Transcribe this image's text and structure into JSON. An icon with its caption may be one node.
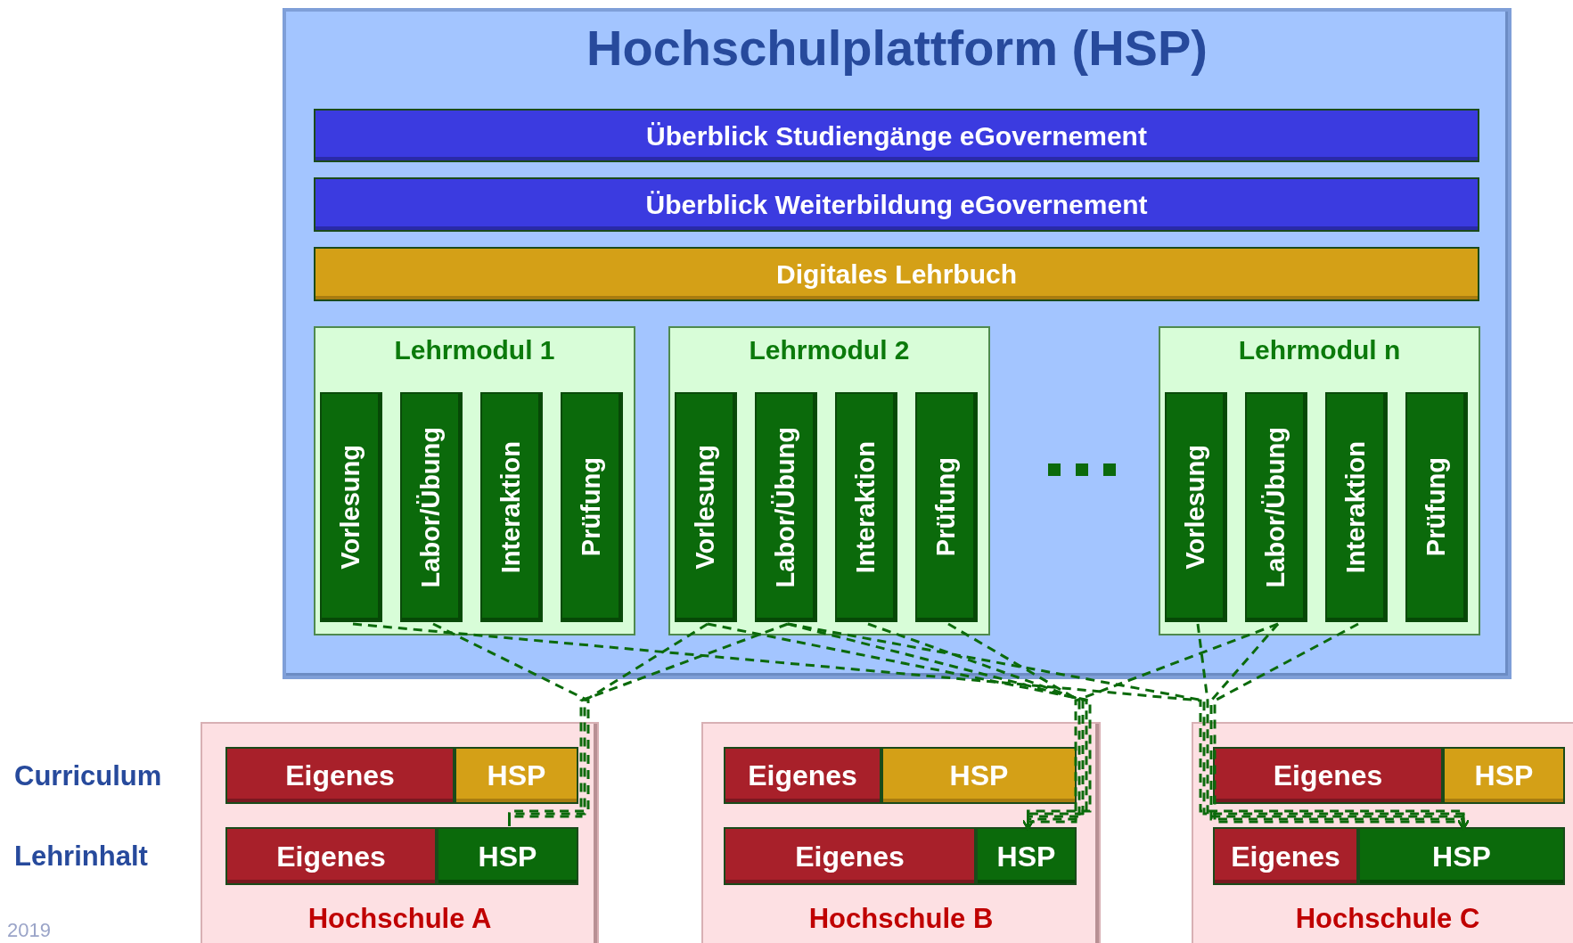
{
  "diagram": {
    "nodes": [
      {
        "text": [
          "Hochschulplattform (HSP)"
        ]
      },
      {
        "text": [
          "Überblick Studiengänge eGovernement"
        ],
        "in": 0
      },
      {
        "text": [
          "Überblick Weiterbildung eGovernement"
        ],
        "in": 0
      },
      {
        "text": [
          "Digitales Lehrbuch"
        ],
        "in": 0
      },
      {
        "text": [
          "Lehrmodul 1"
        ],
        "in": 0
      },
      {
        "text": [
          "Vorlesung"
        ],
        "in": 4
      },
      {
        "text": [
          "Labor/Übung"
        ],
        "in": 4
      },
      {
        "text": [
          "Interaktion"
        ],
        "in": 4
      },
      {
        "text": [
          "Prüfung"
        ],
        "in": 4
      },
      {
        "text": [
          "Lehrmodul 2"
        ],
        "in": 0
      },
      {
        "text": [
          "Vorlesung"
        ],
        "in": 9
      },
      {
        "text": [
          "Labor/Übung"
        ],
        "in": 9
      },
      {
        "text": [
          "Interaktion"
        ],
        "in": 9
      },
      {
        "text": [
          "Prüfung"
        ],
        "in": 9
      },
      {
        "text": [
          "Lehrmodul n"
        ],
        "in": 0
      },
      {
        "text": [
          "Vorlesung"
        ],
        "in": 14
      },
      {
        "text": [
          "Labor/Übung"
        ],
        "in": 14
      },
      {
        "text": [
          "Interaktion"
        ],
        "in": 14
      },
      {
        "text": [
          "Prüfung"
        ],
        "in": 14
      },
      {
        "text": [
          "Hochschule A"
        ]
      },
      {
        "text": [
          "Eigenes"
        ],
        "in": 19
      },
      {
        "text": [
          "HSP"
        ],
        "in": 19
      },
      {
        "text": [
          "Eigenes"
        ],
        "in": 19
      },
      {
        "text": [
          "HSP"
        ],
        "in": 19
      },
      {
        "text": [
          "Hochschule B"
        ]
      },
      {
        "text": [
          "Eigenes"
        ],
        "in": 24
      },
      {
        "text": [
          "HSP"
        ],
        "in": 24
      },
      {
        "text": [
          "Eigenes"
        ],
        "in": 24
      },
      {
        "text": [
          "HSP"
        ],
        "in": 24
      },
      {
        "text": [
          "Hochschule C"
        ]
      },
      {
        "text": [
          "Eigenes"
        ],
        "in": 29
      },
      {
        "text": [
          "HSP"
        ],
        "in": 29
      },
      {
        "text": [
          "Eigenes"
        ],
        "in": 29
      },
      {
        "text": [
          "HSP"
        ],
        "in": 29
      }
    ],
    "edges": [
      {
        "from": 5,
        "to": 33,
        "arrow": "to",
        "style": "dashed"
      },
      {
        "from": 6,
        "to": 23,
        "arrow": "none",
        "style": "dashed"
      },
      {
        "from": 10,
        "to": 23,
        "arrow": "none",
        "style": "dashed"
      },
      {
        "from": 10,
        "to": 28,
        "arrow": "to",
        "style": "dashed"
      },
      {
        "from": 11,
        "to": 23,
        "arrow": "none",
        "style": "dashed"
      },
      {
        "from": 11,
        "to": 28,
        "arrow": "to",
        "style": "dashed"
      },
      {
        "from": 11,
        "to": 33,
        "arrow": "to",
        "style": "dashed"
      },
      {
        "from": 12,
        "to": 28,
        "arrow": "to",
        "style": "dashed"
      },
      {
        "from": 13,
        "to": 28,
        "arrow": "to",
        "style": "dashed"
      },
      {
        "from": 15,
        "to": 33,
        "arrow": "to",
        "style": "dashed"
      },
      {
        "from": 16,
        "to": 28,
        "arrow": "to",
        "style": "dashed"
      },
      {
        "from": 16,
        "to": 33,
        "arrow": "to",
        "style": "dashed"
      },
      {
        "from": 17,
        "to": 33,
        "arrow": "to",
        "style": "dashed"
      }
    ],
    "labels": [
      "Curriculum",
      "Lehrinhalt",
      "2019"
    ]
  }
}
